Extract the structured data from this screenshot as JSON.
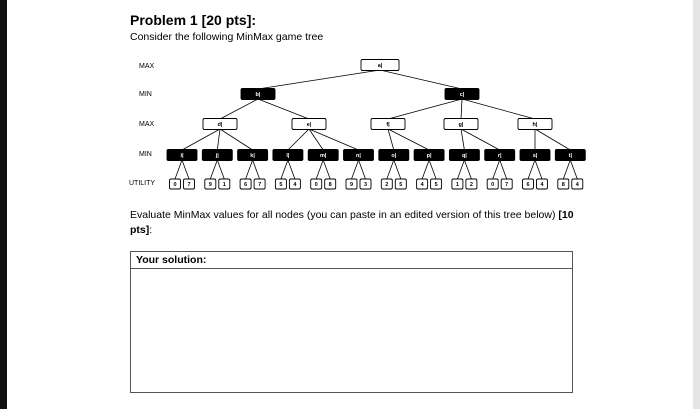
{
  "problem": {
    "title": "Problem 1 [20 pts]:",
    "subtitle": "Consider the following MinMax game tree"
  },
  "levels": {
    "max_top": "MAX",
    "min_mid": "MIN",
    "max_mid": "MAX",
    "min_bottom": "MIN",
    "utility": "UTILITY"
  },
  "tree": {
    "root": {
      "label": "a|",
      "type": "max"
    },
    "min_nodes": [
      {
        "label": "b|",
        "type": "min"
      },
      {
        "label": "c|",
        "type": "min"
      }
    ],
    "max_nodes": [
      {
        "label": "d|",
        "type": "max",
        "parent": 0
      },
      {
        "label": "e|",
        "type": "max",
        "parent": 0
      },
      {
        "label": "f|",
        "type": "max",
        "parent": 1
      },
      {
        "label": "g|",
        "type": "max",
        "parent": 1
      },
      {
        "label": "h|",
        "type": "max",
        "parent": 1
      }
    ],
    "min_leaf_nodes": [
      {
        "label": "i|",
        "parent": 0
      },
      {
        "label": "j|",
        "parent": 0
      },
      {
        "label": "k|",
        "parent": 0
      },
      {
        "label": "l|",
        "parent": 1
      },
      {
        "label": "m|",
        "parent": 1
      },
      {
        "label": "n|",
        "parent": 1
      },
      {
        "label": "o|",
        "parent": 2
      },
      {
        "label": "p|",
        "parent": 2
      },
      {
        "label": "q|",
        "parent": 3
      },
      {
        "label": "r|",
        "parent": 3
      },
      {
        "label": "s|",
        "parent": 4
      },
      {
        "label": "t|",
        "parent": 4
      }
    ],
    "utilities": [
      [
        "0",
        "7"
      ],
      [
        "9",
        "1"
      ],
      [
        "6",
        "7"
      ],
      [
        "5",
        "4"
      ],
      [
        "0",
        "8"
      ],
      [
        "9",
        "3"
      ],
      [
        "2",
        "5"
      ],
      [
        "4",
        "5"
      ],
      [
        "1",
        "2"
      ],
      [
        "0",
        "7"
      ],
      [
        "6",
        "4"
      ],
      [
        "8",
        "4"
      ]
    ]
  },
  "instructions": {
    "text": "Evaluate MinMax values for all nodes (you can paste in an edited version of this tree below)",
    "points": "[10 pts]",
    "suffix": ":"
  },
  "solution": {
    "heading": "Your solution:"
  }
}
